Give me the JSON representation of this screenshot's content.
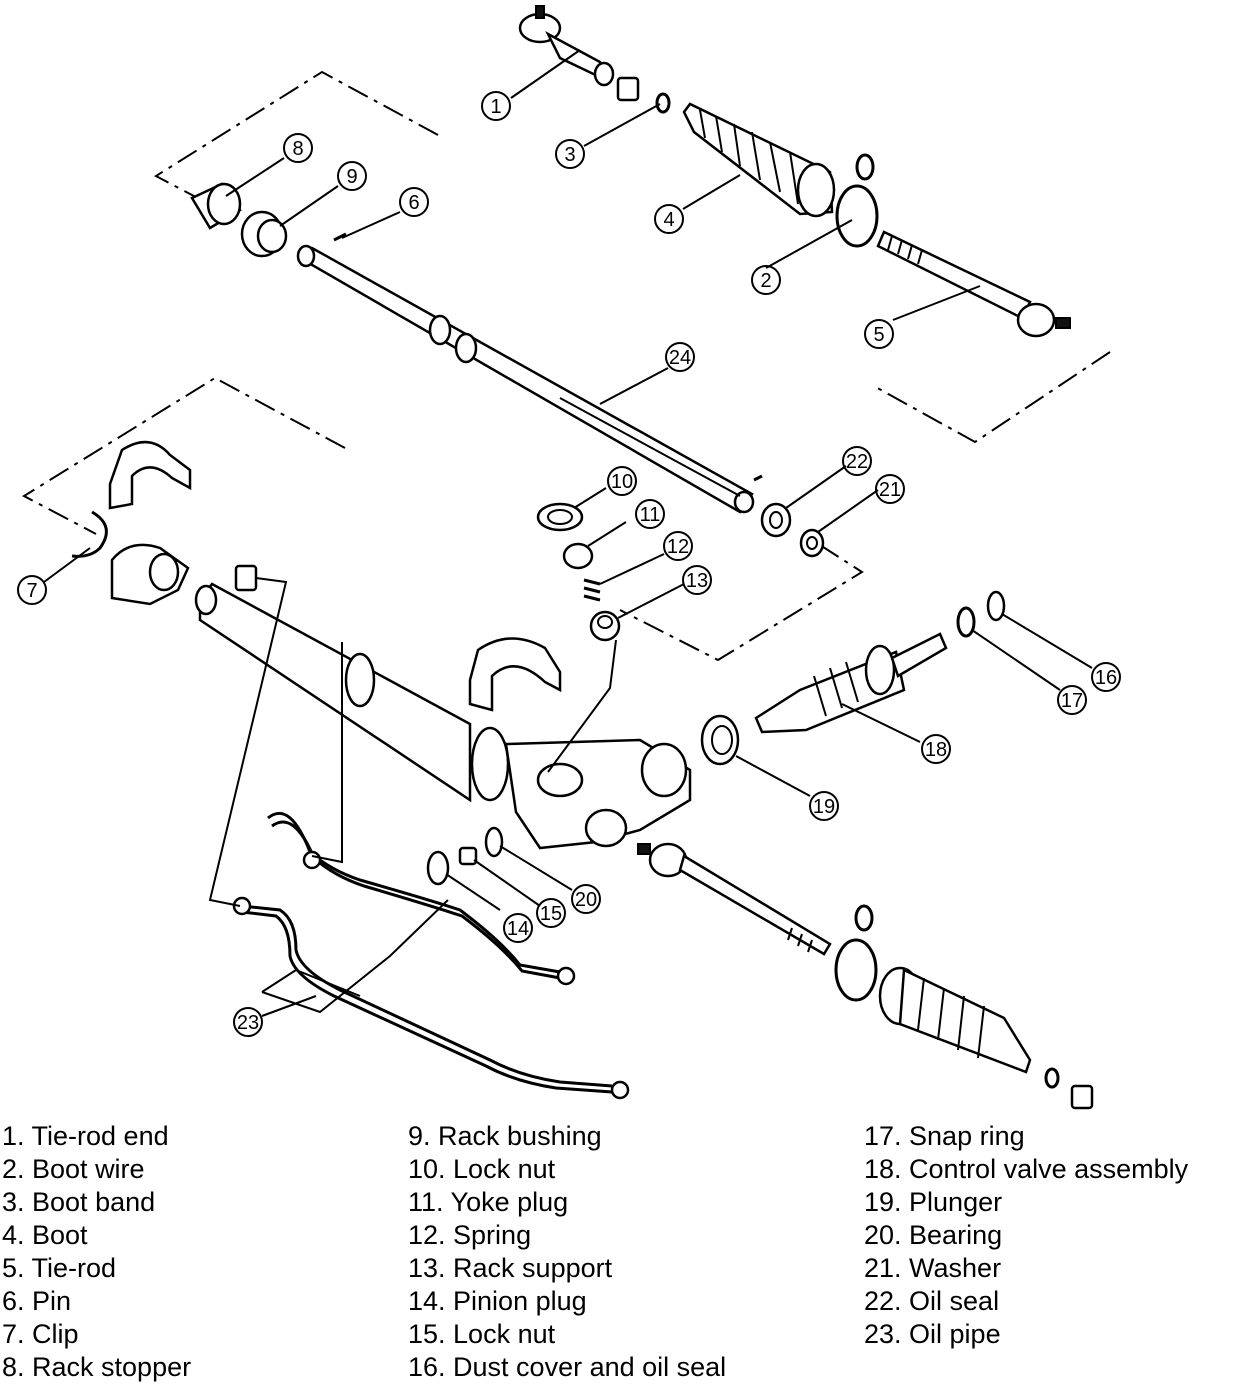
{
  "callouts": {
    "c1": "1",
    "c2": "2",
    "c3": "3",
    "c4": "4",
    "c5": "5",
    "c6": "6",
    "c7": "7",
    "c8": "8",
    "c9": "9",
    "c10": "10",
    "c11": "11",
    "c12": "12",
    "c13": "13",
    "c14": "14",
    "c15": "15",
    "c16": "16",
    "c17": "17",
    "c18": "18",
    "c19": "19",
    "c20": "20",
    "c21": "21",
    "c22": "22",
    "c23": "23",
    "c24": "24"
  },
  "legend": {
    "col1": [
      "1. Tie-rod end",
      "2. Boot wire",
      "3. Boot band",
      "4. Boot",
      "5. Tie-rod",
      "6. Pin",
      "7. Clip",
      "8. Rack stopper"
    ],
    "col2": [
      "9. Rack bushing",
      "10. Lock nut",
      "11. Yoke plug",
      "12. Spring",
      "13. Rack support",
      "14. Pinion plug",
      "15. Lock nut",
      "16. Dust cover and oil seal"
    ],
    "col3": [
      "17. Snap ring",
      "18. Control valve assembly",
      "19. Plunger",
      "20. Bearing",
      "21. Washer",
      "22. Oil seal",
      "23. Oil pipe"
    ]
  }
}
